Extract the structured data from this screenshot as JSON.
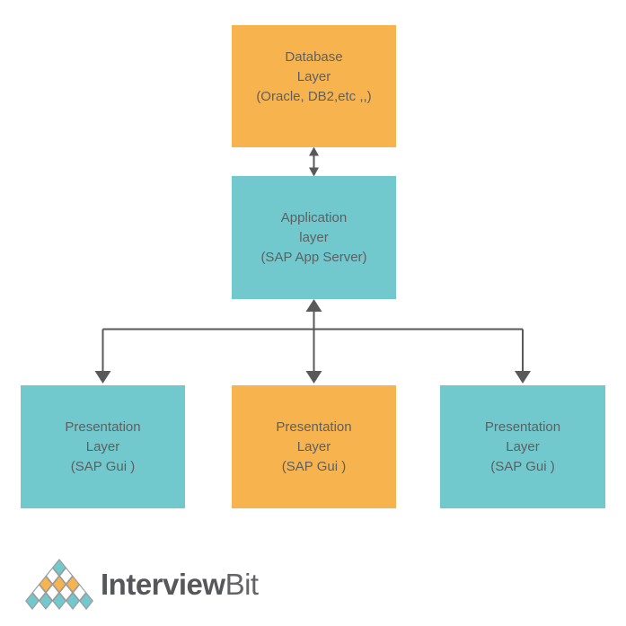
{
  "colors": {
    "orange": "#F7B44E",
    "teal": "#71C9CE",
    "line_gray": "#595959",
    "box_text": "#5E5F61",
    "logo_text": "#56575B",
    "diamond_border": "#9B9B9B",
    "white": "#FFFFFF"
  },
  "diagram": {
    "nodes": [
      {
        "id": "database-layer",
        "color": "orange",
        "lines": [
          "Database",
          "Layer",
          "(Oracle, DB2,etc ,,)"
        ]
      },
      {
        "id": "application-layer",
        "color": "teal",
        "lines": [
          "Application",
          "layer",
          "(SAP App Server)"
        ]
      },
      {
        "id": "presentation-layer-left",
        "color": "teal",
        "lines": [
          "Presentation",
          "Layer",
          "(SAP Gui )"
        ]
      },
      {
        "id": "presentation-layer-center",
        "color": "orange",
        "lines": [
          "Presentation",
          "Layer",
          "(SAP Gui )"
        ]
      },
      {
        "id": "presentation-layer-right",
        "color": "teal",
        "lines": [
          "Presentation",
          "Layer",
          "(SAP Gui )"
        ]
      }
    ]
  },
  "logo": {
    "brand_bold": "Interview",
    "brand_light": "Bit",
    "mark_rows": [
      [
        "teal"
      ],
      [
        "white",
        "white"
      ],
      [
        "orange",
        "orange",
        "orange"
      ],
      [
        "white",
        "white",
        "white",
        "white"
      ],
      [
        "teal",
        "teal",
        "teal",
        "teal",
        "teal"
      ]
    ]
  }
}
